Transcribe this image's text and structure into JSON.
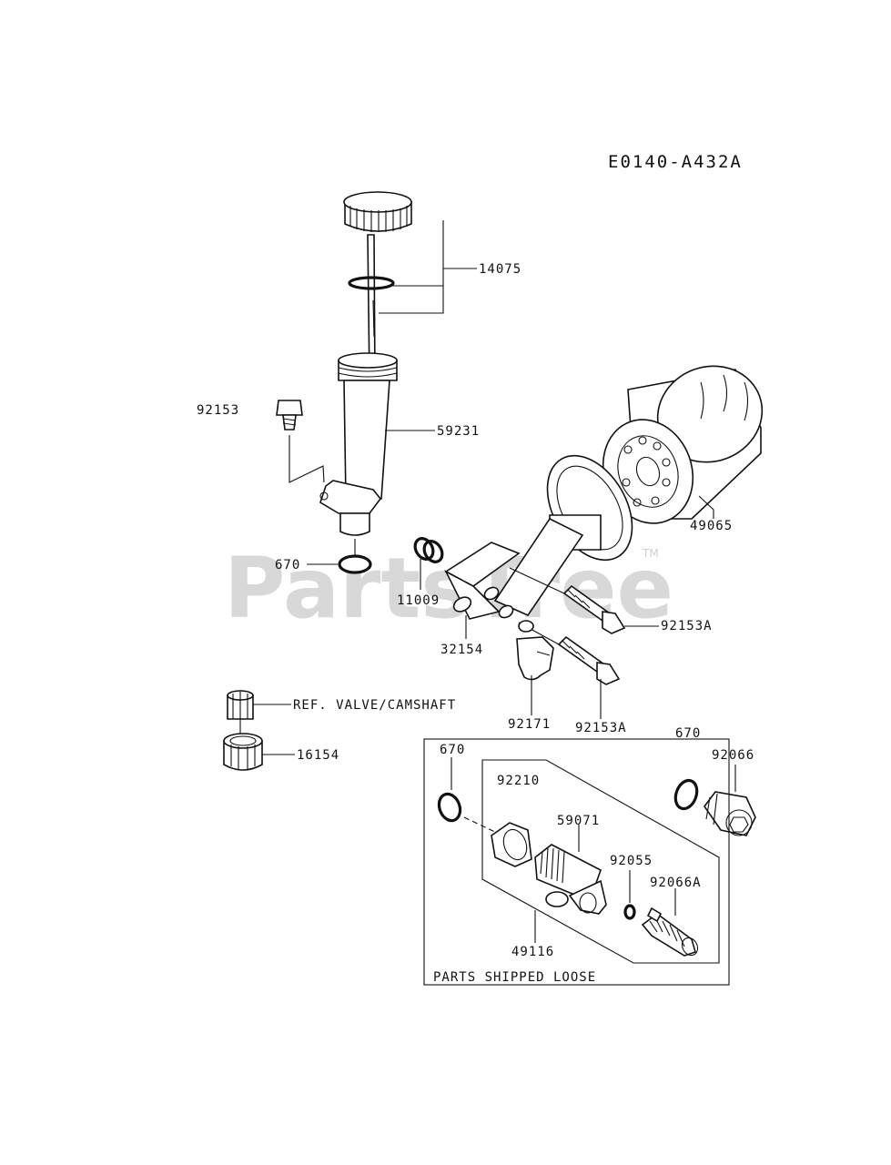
{
  "diagram_code": "E0140-A432A",
  "watermark": {
    "text": "PartsTree",
    "trademark": "TM"
  },
  "labels": {
    "p14075": "14075",
    "p92153": "92153",
    "p59231": "59231",
    "p49065": "49065",
    "p670_left": "670",
    "p11009": "11009",
    "p92153A_top": "92153A",
    "p32154": "32154",
    "p92171": "92171",
    "p92153A_bottom": "92153A",
    "p670_right": "670",
    "p92066": "92066",
    "ref_valve": "REF. VALVE/CAMSHAFT",
    "p16154": "16154",
    "p670_box": "670",
    "p92210": "92210",
    "p59071": "59071",
    "p92055": "92055",
    "p92066A": "92066A",
    "p49116": "49116"
  },
  "box_caption": "PARTS SHIPPED LOOSE"
}
